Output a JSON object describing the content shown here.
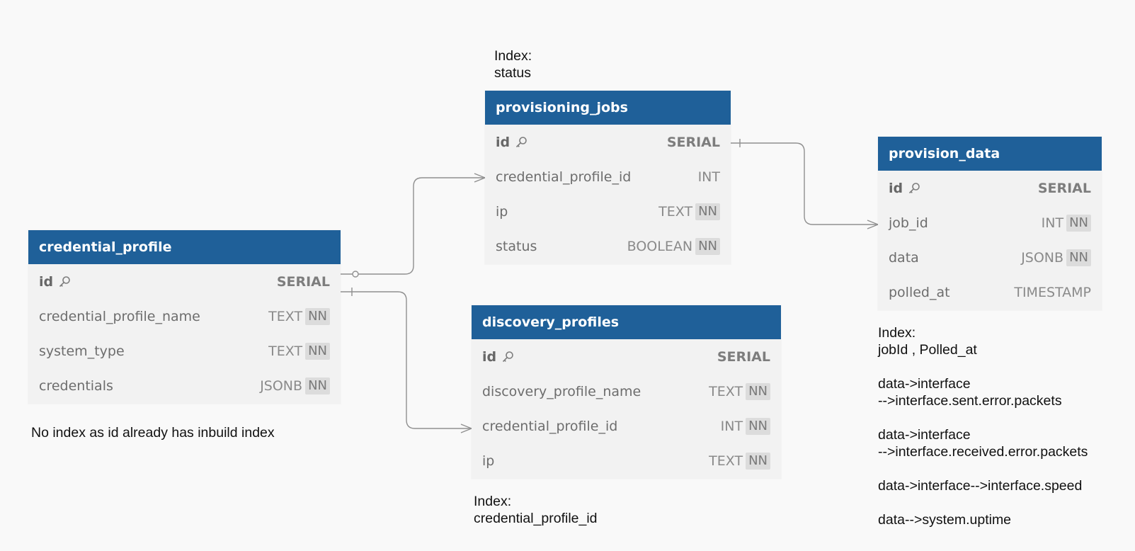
{
  "colors": {
    "header": "#1f6099",
    "body": "#f2f2f2",
    "background": "#f9f9f9",
    "connector": "#909090"
  },
  "tables": {
    "provisioning_jobs": {
      "name": "provisioning_jobs",
      "fields": [
        {
          "name": "id",
          "type": "SERIAL",
          "pk": true,
          "nn": ""
        },
        {
          "name": "credential_profile_id",
          "type": "INT",
          "pk": false,
          "nn": ""
        },
        {
          "name": "ip",
          "type": "TEXT",
          "pk": false,
          "nn": "NN"
        },
        {
          "name": "status",
          "type": "BOOLEAN",
          "pk": false,
          "nn": "NN"
        }
      ]
    },
    "provision_data": {
      "name": "provision_data",
      "fields": [
        {
          "name": "id",
          "type": "SERIAL",
          "pk": true,
          "nn": ""
        },
        {
          "name": "job_id",
          "type": "INT",
          "pk": false,
          "nn": "NN"
        },
        {
          "name": "data",
          "type": "JSONB",
          "pk": false,
          "nn": "NN"
        },
        {
          "name": "polled_at",
          "type": "TIMESTAMP",
          "pk": false,
          "nn": ""
        }
      ]
    },
    "credential_profile": {
      "name": "credential_profile",
      "fields": [
        {
          "name": "id",
          "type": "SERIAL",
          "pk": true,
          "nn": ""
        },
        {
          "name": "credential_profile_name",
          "type": "TEXT",
          "pk": false,
          "nn": "NN"
        },
        {
          "name": "system_type",
          "type": "TEXT",
          "pk": false,
          "nn": "NN"
        },
        {
          "name": "credentials",
          "type": "JSONB",
          "pk": false,
          "nn": "NN"
        }
      ]
    },
    "discovery_profiles": {
      "name": "discovery_profiles",
      "fields": [
        {
          "name": "id",
          "type": "SERIAL",
          "pk": true,
          "nn": ""
        },
        {
          "name": "discovery_profile_name",
          "type": "TEXT",
          "pk": false,
          "nn": "NN"
        },
        {
          "name": "credential_profile_id",
          "type": "INT",
          "pk": false,
          "nn": "NN"
        },
        {
          "name": "ip",
          "type": "TEXT",
          "pk": false,
          "nn": "NN"
        }
      ]
    }
  },
  "notes": {
    "jobs_index": [
      "Index:",
      "status"
    ],
    "provision_index": [
      "Index:",
      "jobId , Polled_at",
      "",
      "data->interface",
      "-->interface.sent.error.packets",
      "",
      "data->interface",
      "-->interface.received.error.packets",
      "",
      "data->interface-->interface.speed",
      "",
      "data-->system.uptime"
    ],
    "credential_note": [
      "No index as id already has inbuild index"
    ],
    "discovery_index": [
      "Index:",
      "credential_profile_id"
    ]
  }
}
